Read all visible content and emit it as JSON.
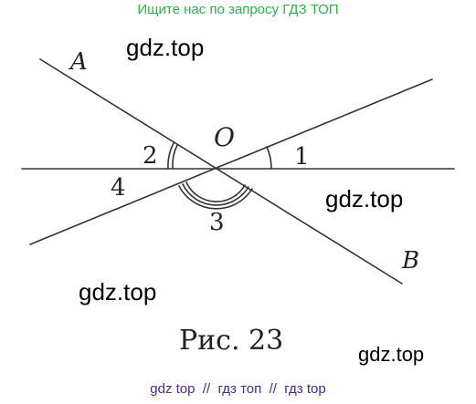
{
  "banner": "Ищите нас по запросу ГДЗ ТОП",
  "watermarks": [
    "gdz.top",
    "gdz.top",
    "gdz.top",
    "gdz.top"
  ],
  "labels": {
    "A": "A",
    "B": "B",
    "O": "O",
    "angle1": "1",
    "angle2": "2",
    "angle3": "3",
    "angle4": "4"
  },
  "caption": "Рис. 23",
  "footer": "gdz top  //  гдз топ  //  гдз top",
  "colors": {
    "lines": "#333333",
    "banner": "#2bb24c",
    "footer": "#4b2a8f"
  }
}
